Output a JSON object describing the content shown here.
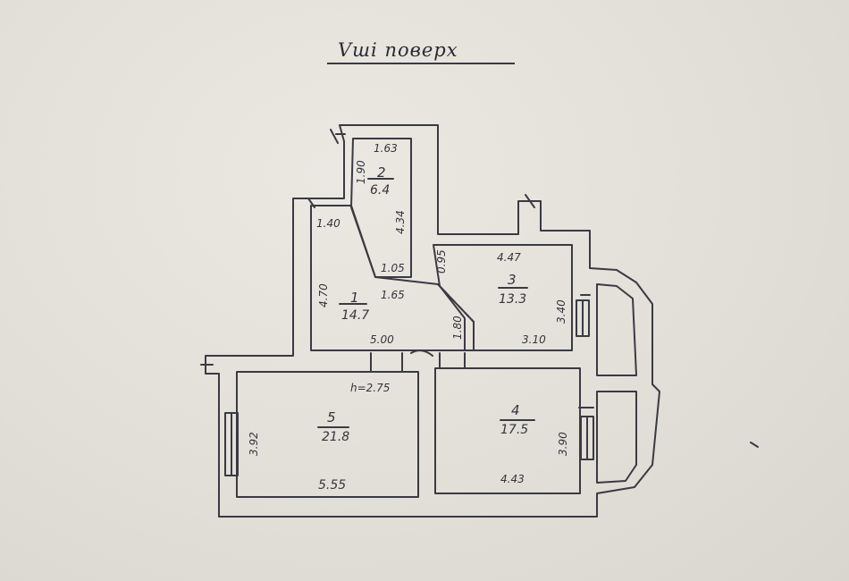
{
  "title": "Vші поверх",
  "ceiling_height": "h=2.75",
  "rooms": [
    {
      "number": "1",
      "area": "14.7"
    },
    {
      "number": "2",
      "area": "6.4"
    },
    {
      "number": "3",
      "area": "13.3"
    },
    {
      "number": "4",
      "area": "17.5"
    },
    {
      "number": "5",
      "area": "21.8"
    }
  ],
  "dimensions": {
    "r2_top": "1.63",
    "r2_left": "1.90",
    "r2_right": "4.34",
    "r2_bottom": "1.05",
    "r1_diag": "1.40",
    "r1_left": "4.70",
    "r1_inner": "1.65",
    "r1_bottom": "5.00",
    "r1_notch": "1.80",
    "r3_top": "4.47",
    "r3_left": "0.95",
    "r3_right": "3.40",
    "r3_bottom": "3.10",
    "r5_left": "3.92",
    "r5_bottom": "5.55",
    "r4_right": "3.90",
    "r4_bottom": "4.43"
  }
}
